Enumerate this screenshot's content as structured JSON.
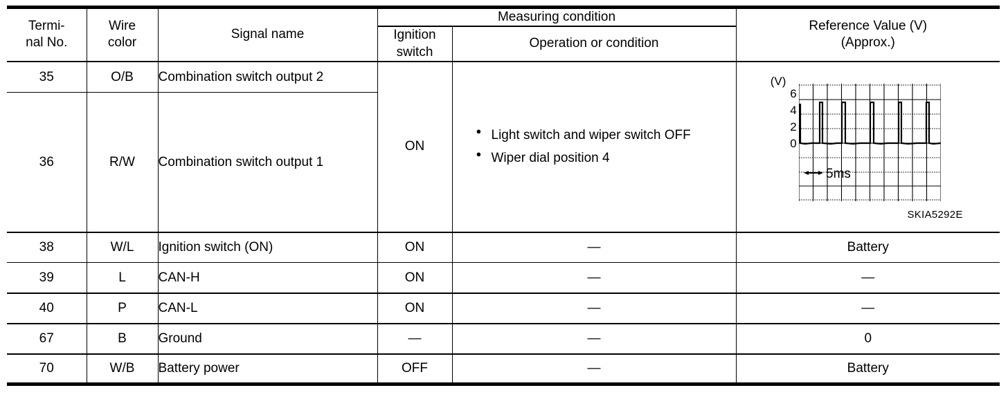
{
  "table": {
    "headers": {
      "terminal_no": "Termi-\nnal No.",
      "terminal_no_line1": "Termi-",
      "terminal_no_line2": "nal No.",
      "wire_color_line1": "Wire",
      "wire_color_line2": "color",
      "signal_name": "Signal name",
      "measuring_condition": "Measuring condition",
      "ignition_switch_line1": "Ignition",
      "ignition_switch_line2": "switch",
      "operation_or_condition": "Operation or condition",
      "reference_value_line1": "Reference Value (V)",
      "reference_value_line2": "(Approx.)"
    },
    "rows": [
      {
        "terminal_no": "35",
        "wire_color": "O/B",
        "signal_name": "Combination switch output 2",
        "ignition_switch": "ON",
        "operation_or_condition": [
          "Light switch and wiper switch OFF",
          "Wiper dial position 4"
        ],
        "reference_value": "waveform"
      },
      {
        "terminal_no": "36",
        "wire_color": "R/W",
        "signal_name": "Combination switch output 1",
        "ignition_switch": "ON",
        "operation_or_condition": [
          "Light switch and wiper switch OFF",
          "Wiper dial position 4"
        ],
        "reference_value": "waveform"
      },
      {
        "terminal_no": "38",
        "wire_color": "W/L",
        "signal_name": "Ignition switch (ON)",
        "ignition_switch": "ON",
        "operation_or_condition": "—",
        "reference_value": "Battery"
      },
      {
        "terminal_no": "39",
        "wire_color": "L",
        "signal_name": "CAN-H",
        "ignition_switch": "ON",
        "operation_or_condition": "—",
        "reference_value": "—"
      },
      {
        "terminal_no": "40",
        "wire_color": "P",
        "signal_name": "CAN-L",
        "ignition_switch": "ON",
        "operation_or_condition": "—",
        "reference_value": "—"
      },
      {
        "terminal_no": "67",
        "wire_color": "B",
        "signal_name": "Ground",
        "ignition_switch": "—",
        "operation_or_condition": "—",
        "reference_value": "0"
      },
      {
        "terminal_no": "70",
        "wire_color": "W/B",
        "signal_name": "Battery power",
        "ignition_switch": "OFF",
        "operation_or_condition": "—",
        "reference_value": "Battery"
      }
    ]
  },
  "waveform": {
    "unit_label": "(V)",
    "y_ticks": [
      "6",
      "4",
      "2",
      "0"
    ],
    "time_scale_label": "5ms",
    "caption": "SKIA5292E",
    "line_color": "#000000"
  },
  "chart_data": {
    "type": "line",
    "title": "",
    "xlabel": "",
    "ylabel": "(V)",
    "ylim": [
      -6,
      6
    ],
    "y_ticks": [
      6,
      4,
      2,
      0
    ],
    "x_division_ms": 5,
    "grid": true,
    "legend": "none",
    "annotations": [
      "5ms",
      "SKIA5292E"
    ],
    "description": "Combination switch output pulse train: narrow positive pulses from 0 V to approximately 6 V at regular intervals",
    "series": [
      {
        "name": "Combination switch output",
        "baseline_v": 0,
        "peak_v": 6,
        "pulse_positions_div": [
          0.45,
          2.0,
          3.55,
          5.1,
          6.65,
          8.2,
          9.75
        ],
        "pulse_width_div": 0.18
      }
    ]
  }
}
